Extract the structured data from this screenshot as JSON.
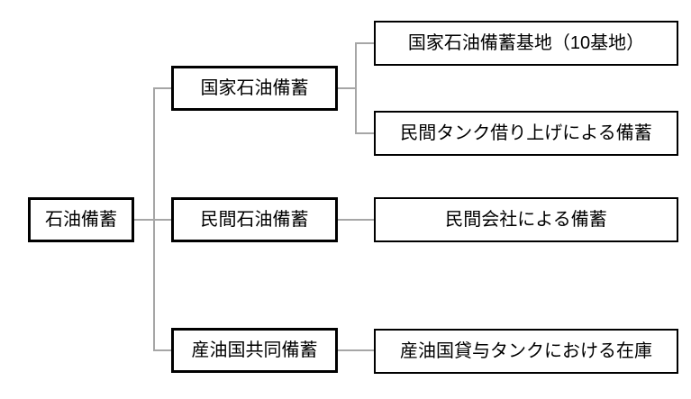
{
  "diagram": {
    "title": "oil-stockpile-structure",
    "root": {
      "label": "石油備蓄"
    },
    "branches": [
      {
        "label": "国家石油備蓄",
        "children": [
          {
            "label": "国家石油備蓄基地（10基地）"
          },
          {
            "label": "民間タンク借り上げによる備蓄"
          }
        ]
      },
      {
        "label": "民間石油備蓄",
        "children": [
          {
            "label": "民間会社による備蓄"
          }
        ]
      },
      {
        "label": "産油国共同備蓄",
        "children": [
          {
            "label": "産油国貸与タンクにおける在庫"
          }
        ]
      }
    ],
    "colors": {
      "box_border": "#000000",
      "connector": "#a6a6a6",
      "background": "#ffffff",
      "text": "#000000"
    }
  }
}
